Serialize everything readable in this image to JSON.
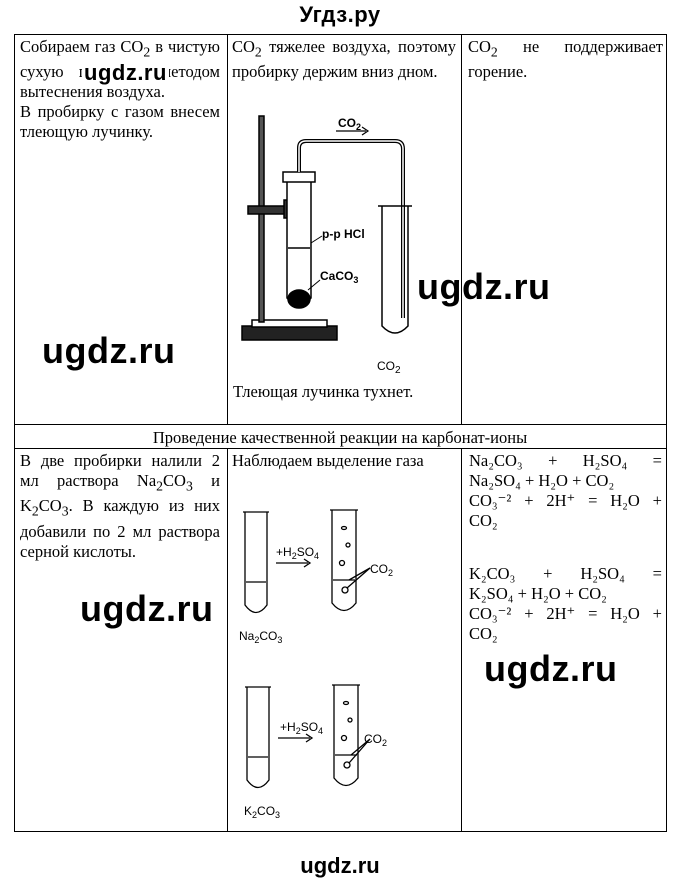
{
  "site": {
    "title": "Угдз.ру",
    "footer": "ugdz.ru",
    "watermark": "ugdz.ru"
  },
  "row1": {
    "col1": {
      "p1_a": "Собираем газ CO",
      "p1_sub": "2",
      "p1_b": " в чистую сухую пробирку методом вытеснения воздуха.",
      "p2": "В пробирку с газом внесем тлеющую лучинку."
    },
    "col2": {
      "a": "CO",
      "sub": "2",
      "b": " тяжелее воздуха, поэтому пробирку держим вниз дном.",
      "figure_labels": {
        "gas": "CO",
        "gas_sub": "2",
        "acid": "р-р HCl",
        "salt": "CaCO",
        "salt_sub": "3",
        "tube_gas": "CO",
        "tube_gas_sub": "2"
      },
      "caption": "Тлеющая лучинка тухнет."
    },
    "col3": {
      "a": "CO",
      "sub": "2",
      "b": " не поддерживает горение."
    }
  },
  "section2": {
    "header": "Проведение качественной реакции на карбонат-ионы",
    "col1": {
      "a": "В две пробирки налили 2 мл раствора Na",
      "s1": "2",
      "b": "CO",
      "s2": "3",
      "c": " и K",
      "s3": "2",
      "d": "CO",
      "s4": "3",
      "e": ". В каждую из них добавили по 2 мл раствора серной кислоты."
    },
    "col2": {
      "text": "Наблюдаем выделение газа",
      "reagent": "+H",
      "reagent_sub": "2",
      "reagent_b": "SO",
      "reagent_sub2": "4",
      "gas": "CO",
      "gas_sub": "2",
      "salt1": "Na",
      "salt1_s1": "2",
      "salt1_b": "CO",
      "salt1_s2": "3",
      "salt2": "K",
      "salt2_s1": "2",
      "salt2_b": "CO",
      "salt2_s2": "3"
    },
    "col3": {
      "eq1_l1": [
        "Na₂CO₃",
        "+",
        "H₂SO₄",
        "="
      ],
      "eq1_l2": "Na₂SO₄ + H₂O + CO₂",
      "eq1_l3": [
        "CO₃⁻²",
        "+",
        "2H⁺",
        "=",
        "H₂O",
        "+"
      ],
      "eq1_l4": "CO₂",
      "eq2_l1": [
        "K₂CO₃",
        "+",
        "H₂SO₄",
        "="
      ],
      "eq2_l2": "K₂SO₄ + H₂O + CO₂",
      "eq2_l3": [
        "CO₃⁻²",
        "+",
        "2H⁺",
        "=",
        "H₂O",
        "+"
      ],
      "eq2_l4": "CO₂"
    }
  }
}
